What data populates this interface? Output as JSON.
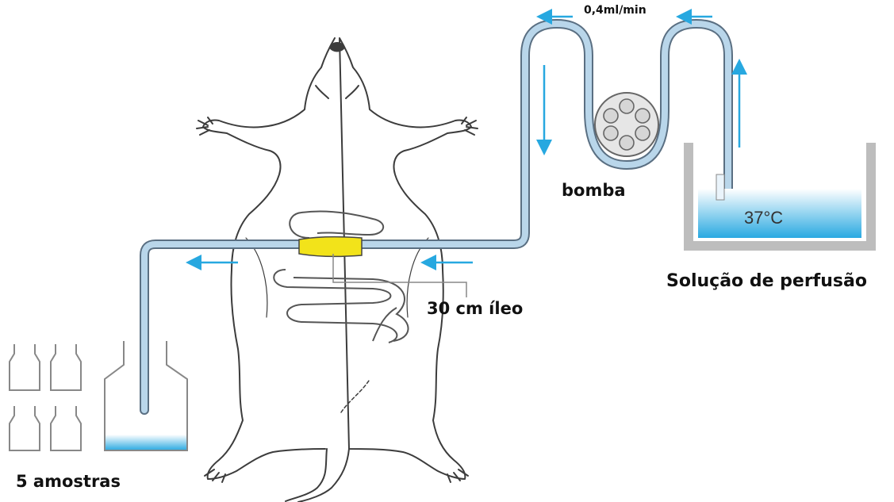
{
  "labels": {
    "flow_rate": "0,4ml/min",
    "pump": "bomba",
    "temperature": "37°C",
    "solution": "Solução de perfusão",
    "ileum": "30 cm íleo",
    "samples": "5 amostras"
  },
  "colors": {
    "tube_fill": "#b9d6ea",
    "tube_edge": "#5a6f82",
    "arrow": "#27a8e0",
    "liquid": "#29a9e1",
    "ileum_segment": "#f2e31a",
    "outline": "#4a4a4a",
    "container": "#9a9a9a"
  },
  "icons": {
    "flow_arrow": "arrow-icon",
    "pump_rotor": "peristaltic-pump-icon",
    "sample_bottle": "bottle-icon"
  }
}
